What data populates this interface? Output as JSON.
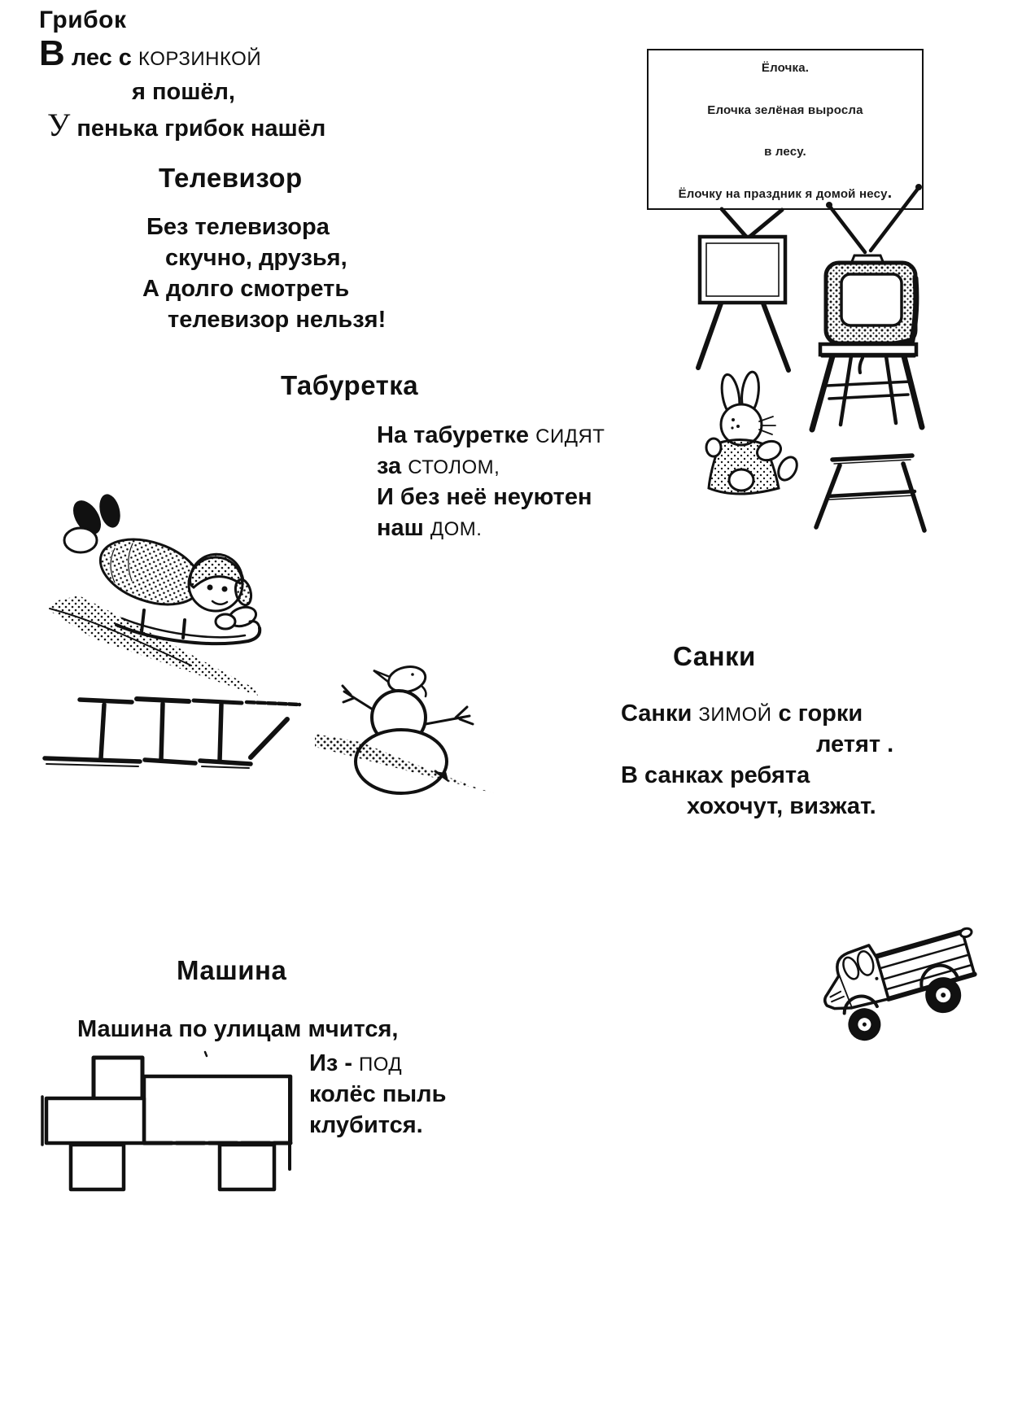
{
  "sections": {
    "gribok": {
      "title": "Грибок",
      "line1_initial": "В",
      "line1_text": " лес с ",
      "line1_caps": "КОРЗИНКОЙ",
      "line2": "я пошёл,",
      "line3_initial": "У",
      "line3_text": " пенька грибок нашёл"
    },
    "yolochka": {
      "line1": "Ёлочка.",
      "line2": "Елочка зелёная выросла",
      "line3": "в лесу.",
      "line4": "Ёлочку на праздник я домой несу",
      "line4_period": "."
    },
    "televizor": {
      "title": "Телевизор",
      "line1": "Без телевизора",
      "line2": "скучно, друзья,",
      "line3": "А долго смотреть",
      "line4": "телевизор нельзя!"
    },
    "taburetka": {
      "title": "Табуретка",
      "line1_text": "На табуретке ",
      "line1_caps": "СИДЯТ",
      "line2_text": "за ",
      "line2_caps": "СТОЛОМ,",
      "line3": "И без неё неуютен",
      "line4_text": "наш ",
      "line4_caps": "ДОМ."
    },
    "sanki": {
      "title": "Санки",
      "line1_a": "Санки ",
      "line1_caps": "ЗИМОЙ",
      "line1_b": " с горки",
      "line2": "летят .",
      "line3": "В санках ребята",
      "line4": "хохочут, визжат."
    },
    "mashina": {
      "title": "Машина",
      "line1": "Машина по улицам мчится,",
      "line2_text": "Из - ",
      "line2_caps": "ПОД",
      "line3": "колёс пыль",
      "line4": "клубится."
    }
  },
  "colors": {
    "ink": "#101010",
    "paper": "#ffffff"
  },
  "illustrations": {
    "poem_box": "framed-poem-box",
    "stick_tv": "stick-figure-tv",
    "tv_on_stool": "hatched-tv-on-stool",
    "rabbit": "sitting-rabbit",
    "stick_stool": "stick-figure-stool",
    "sled_scene": "child-sledding-downhill",
    "stick_sled": "stick-figure-sled",
    "snowman": "snowman-with-bird",
    "truck": "truck-climbing-hill",
    "stick_truck": "stick-figure-truck"
  }
}
